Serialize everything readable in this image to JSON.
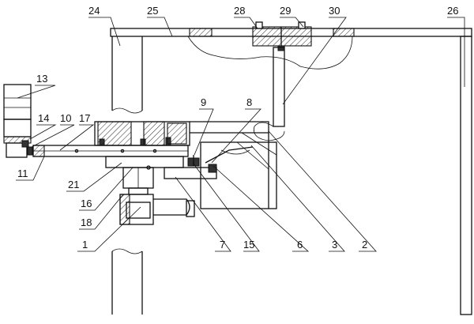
{
  "drawing": {
    "part_labels": [
      "24",
      "25",
      "28",
      "29",
      "30",
      "26",
      "13",
      "14",
      "10",
      "17",
      "9",
      "8",
      "11",
      "21",
      "16",
      "18",
      "1",
      "7",
      "15",
      "6",
      "3",
      "2"
    ]
  }
}
